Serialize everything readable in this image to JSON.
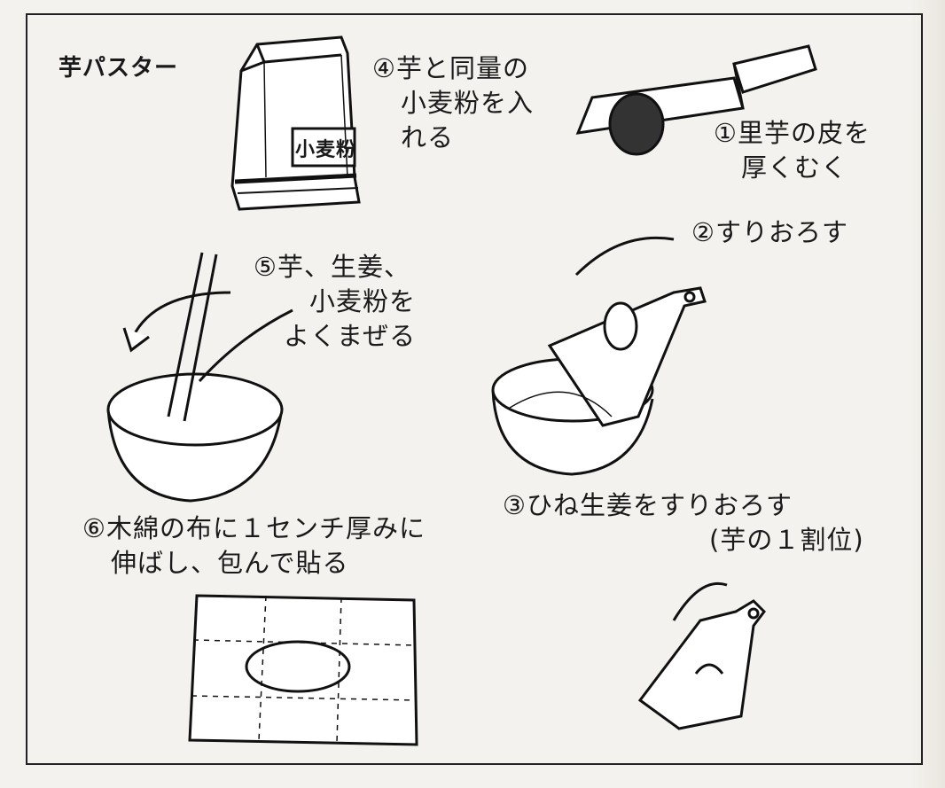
{
  "title": "芋パスター",
  "steps": {
    "s1": {
      "line1": "①里芋の皮を",
      "line2": "厚くむく"
    },
    "s2": {
      "line1": "②すりおろす"
    },
    "s3": {
      "line1": "③ひね生姜をすりおろす",
      "line2": "(芋の１割位)"
    },
    "s4": {
      "line1": "④芋と同量の",
      "line2": "小麦粉を入",
      "line3": "れる"
    },
    "s5": {
      "line1": "⑤芋、生姜、",
      "line2": "小麦粉を",
      "line3": "よくまぜる"
    },
    "s6": {
      "line1": "⑥木綿の布に１センチ厚みに",
      "line2": "伸ばし、包んで貼る"
    }
  },
  "bag_label": "小麦粉"
}
